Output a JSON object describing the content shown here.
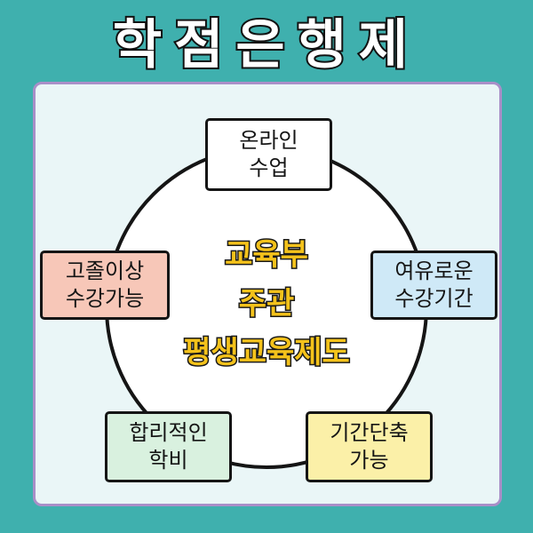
{
  "title": "학점은행제",
  "center": {
    "line1": "교육부",
    "line2": "주관",
    "line3": "평생교육제도"
  },
  "nodes": {
    "top": {
      "line1": "온라인",
      "line2": "수업"
    },
    "right": {
      "line1": "여유로운",
      "line2": "수강기간"
    },
    "left": {
      "line1": "고졸이상",
      "line2": "수강가능"
    },
    "bottom_left": {
      "line1": "합리적인",
      "line2": "학비"
    },
    "bottom_right": {
      "line1": "기간단축",
      "line2": "가능"
    }
  },
  "colors": {
    "background": "#3fb0ae",
    "panel": "#eaf6f7",
    "panel_border": "#a98fc8",
    "center_text": "#f4c21b",
    "node_top": "#ffffff",
    "node_right": "#cfe9f7",
    "node_left": "#f7c7b8",
    "node_bottom_left": "#d9f1df",
    "node_bottom_right": "#fbf0a8"
  }
}
